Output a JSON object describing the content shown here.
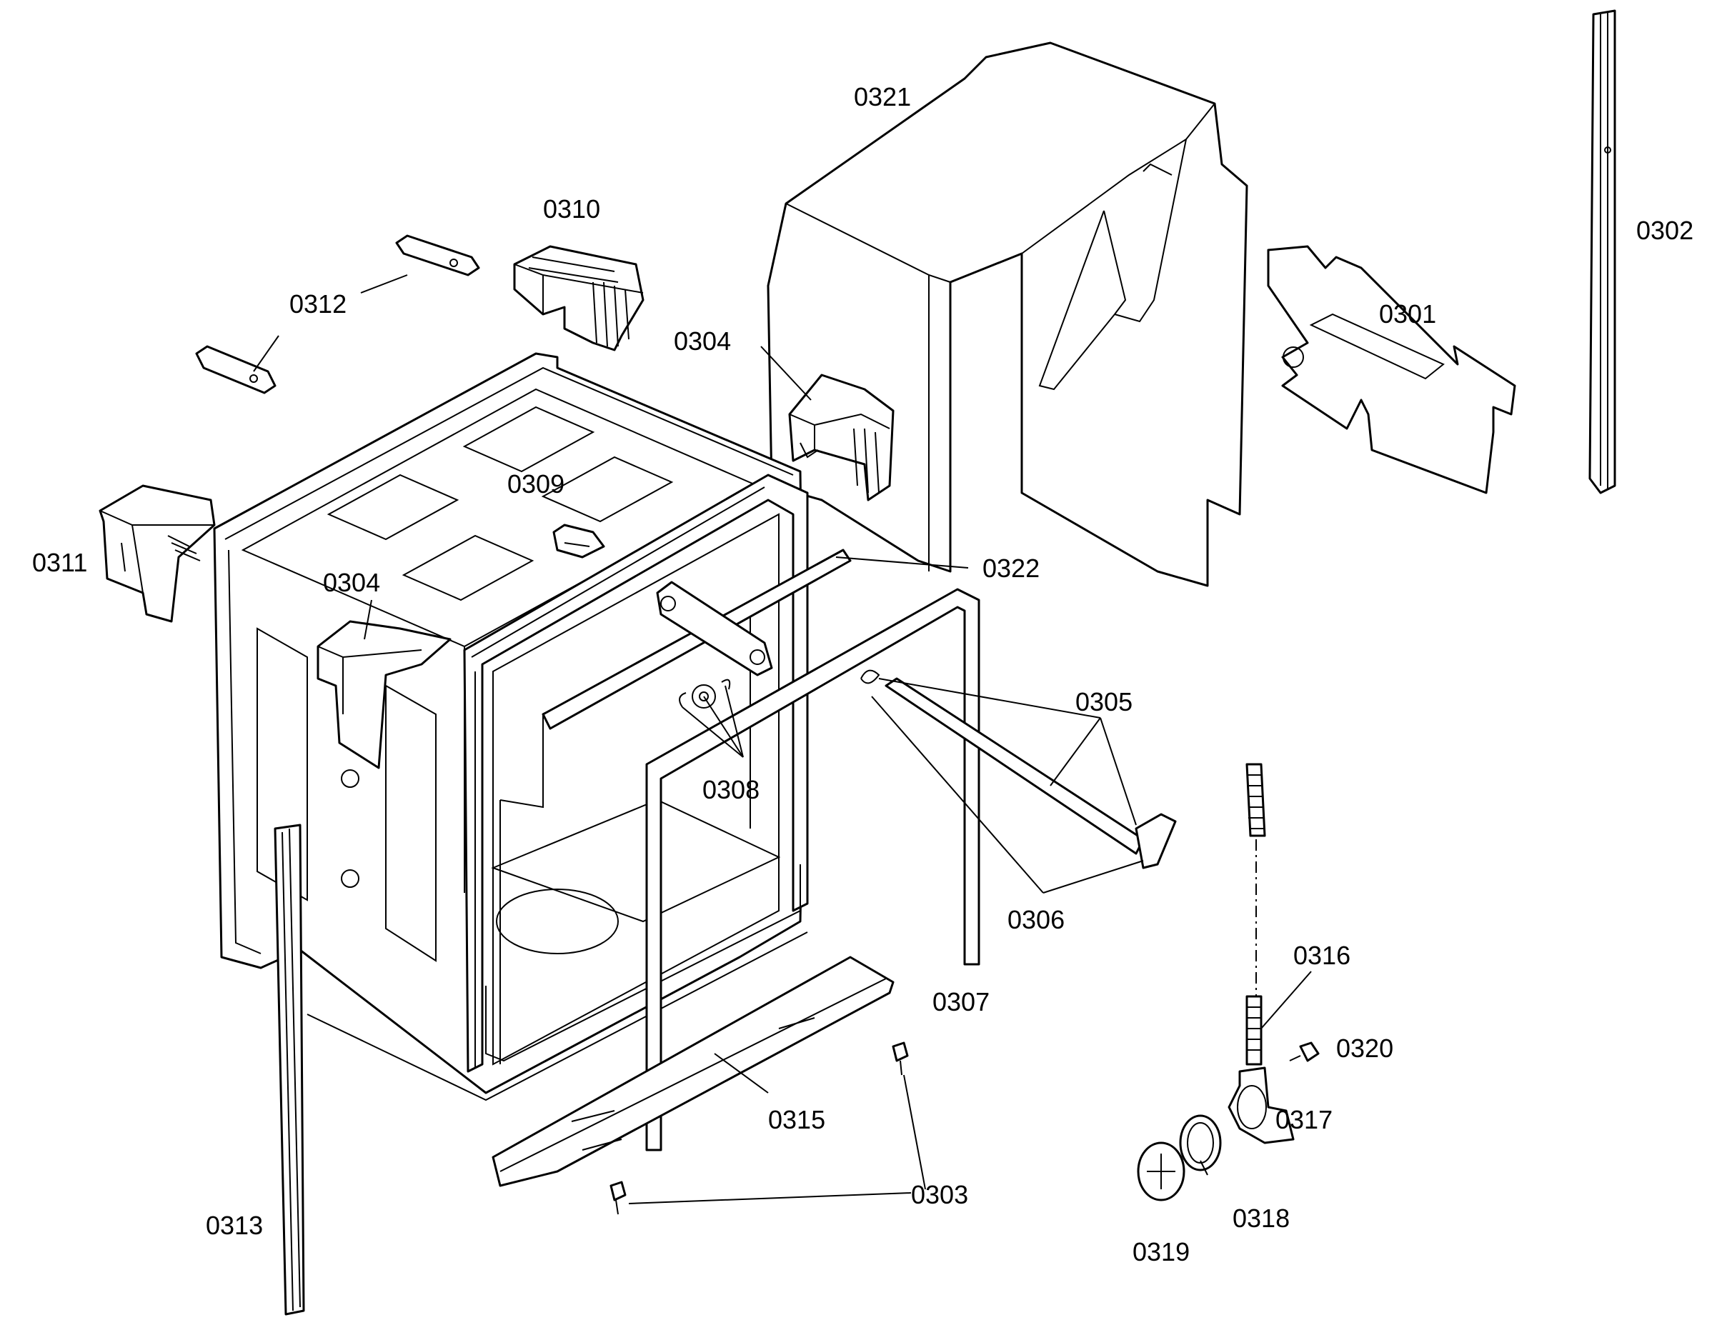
{
  "labels": {
    "p0301": "0301",
    "p0302": "0302",
    "p0303": "0303",
    "p0304a": "0304",
    "p0304b": "0304",
    "p0305": "0305",
    "p0306": "0306",
    "p0307": "0307",
    "p0308": "0308",
    "p0309": "0309",
    "p0310": "0310",
    "p0311": "0311",
    "p0312": "0312",
    "p0313": "0313",
    "p0315": "0315",
    "p0316": "0316",
    "p0317": "0317",
    "p0318": "0318",
    "p0319": "0319",
    "p0320": "0320",
    "p0321": "0321",
    "p0322": "0322"
  }
}
